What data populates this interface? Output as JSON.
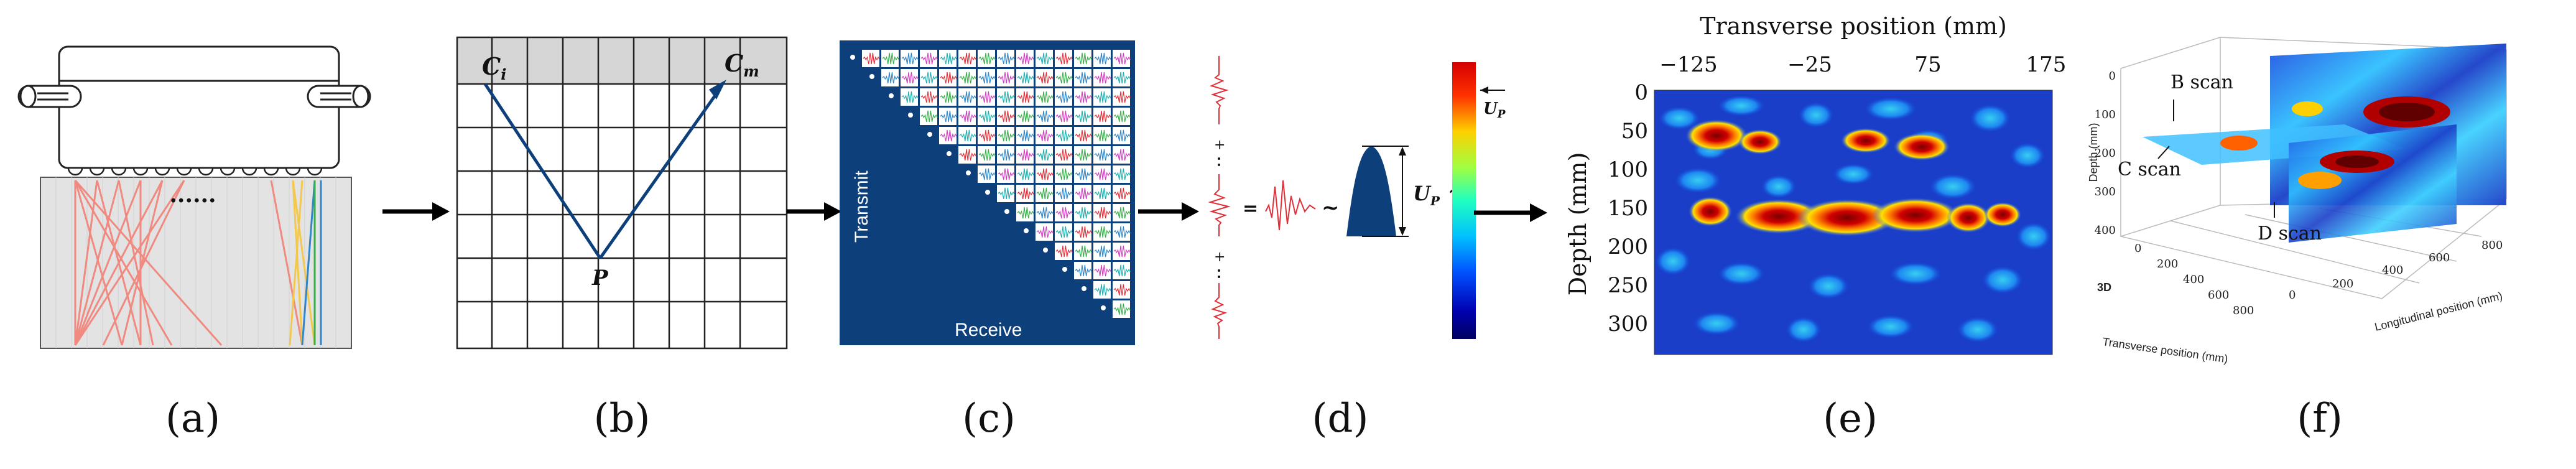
{
  "panels": {
    "a": {
      "caption": "(a)",
      "dots": "......"
    },
    "b": {
      "caption": "(b)",
      "label_ci_main": "C",
      "label_ci_sub": "i",
      "label_cm_main": "C",
      "label_cm_sub": "m",
      "label_p": "P"
    },
    "c": {
      "caption": "(c)",
      "axis_transmit": "Transmit",
      "axis_receive": "Receive"
    },
    "d": {
      "caption": "(d)",
      "equals": "=",
      "tilde1": "~",
      "tilde2": "~",
      "up_main": "U",
      "up_sub": "P",
      "plus": "+"
    },
    "colorbar": {
      "label_main": "U",
      "label_sub": "P"
    },
    "e": {
      "caption": "(e)",
      "title": "Transverse position (mm)",
      "ylabel": "Depth (mm)",
      "xticks": [
        "−125",
        "−25",
        "75",
        "175"
      ],
      "yticks": [
        "0",
        "50",
        "100",
        "150",
        "200",
        "250",
        "300"
      ]
    },
    "f": {
      "caption": "(f)",
      "label_b": "B scan",
      "label_c": "C scan",
      "label_d": "D scan",
      "label_3d": "3D",
      "zlabel": "Depth (mm)",
      "xlabel": "Transverse position (mm)",
      "ylabel": "Longitudinal position (mm)",
      "zticks": [
        "0",
        "100",
        "200",
        "300",
        "400"
      ],
      "xticks": [
        "0",
        "200",
        "400",
        "600",
        "800"
      ],
      "yticks": [
        "0",
        "200",
        "400",
        "600",
        "800"
      ]
    }
  },
  "colors": {
    "navy": "#0d3f7a",
    "ray_pink": "#f08a80",
    "ray_yellow": "#f2c94c",
    "ray_blue": "#2f86c9",
    "ray_green": "#38b04a",
    "signal_red": "#e0303a"
  }
}
